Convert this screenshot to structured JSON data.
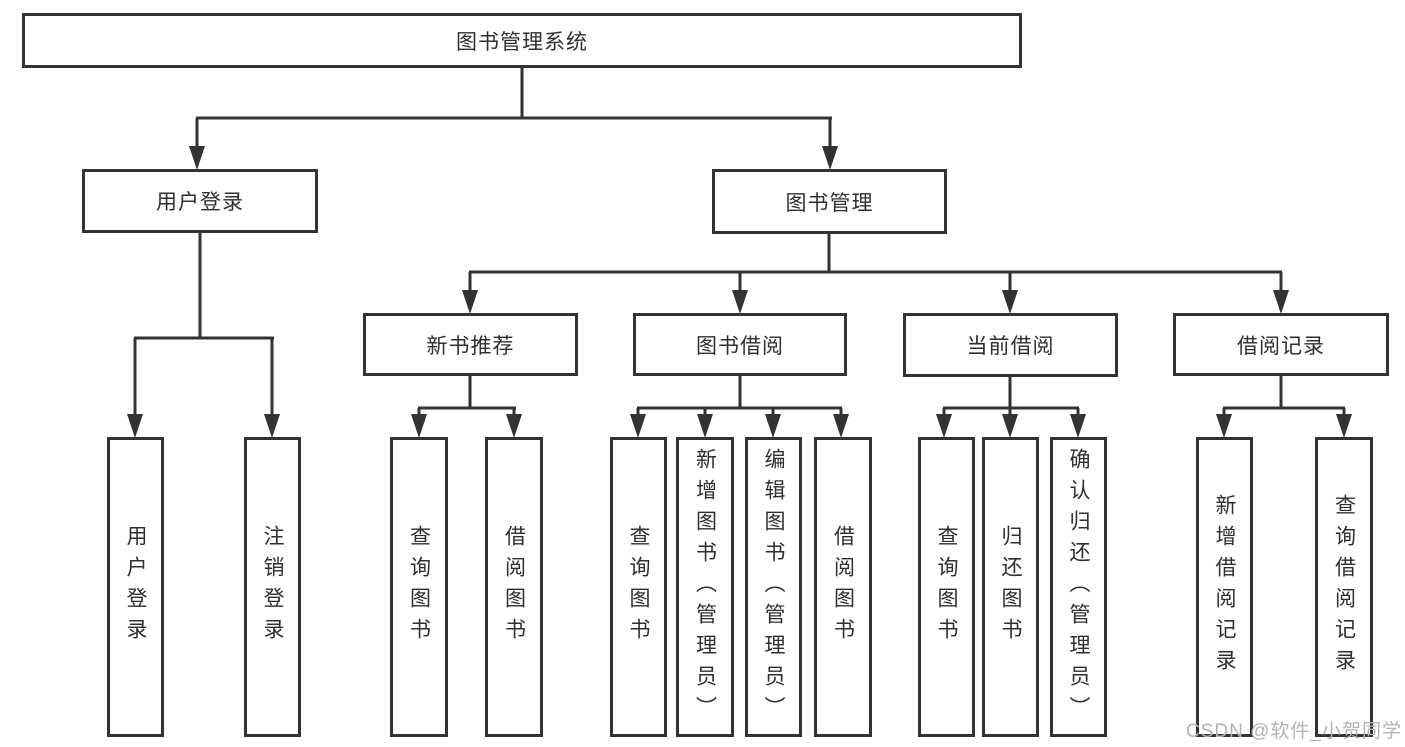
{
  "nodes": {
    "root": {
      "label": "图书管理系统"
    },
    "level2": {
      "user_login": {
        "label": "用户登录"
      },
      "book_management": {
        "label": "图书管理"
      }
    },
    "level3": {
      "new_book_recommend": {
        "label": "新书推荐"
      },
      "book_borrow": {
        "label": "图书借阅"
      },
      "current_borrow": {
        "label": "当前借阅"
      },
      "borrow_records": {
        "label": "借阅记录"
      }
    },
    "leaves": {
      "user_login": [
        "用户登录",
        "注销登录"
      ],
      "new_book_recommend": [
        "查询图书",
        "借阅图书"
      ],
      "book_borrow": [
        "查询图书",
        "新增图书（管理员）",
        "编辑图书（管理员）",
        "借阅图书"
      ],
      "current_borrow": [
        "查询图书",
        "归还图书",
        "确认归还（管理员）"
      ],
      "borrow_records": [
        "新增借阅记录",
        "查询借阅记录"
      ]
    }
  },
  "watermark": "CSDN @软件_小贺同学",
  "colors": {
    "line": "#333333",
    "box_border": "#333333",
    "text": "#2f2f2f",
    "watermark": "#b3b3b3",
    "background": "#ffffff"
  }
}
